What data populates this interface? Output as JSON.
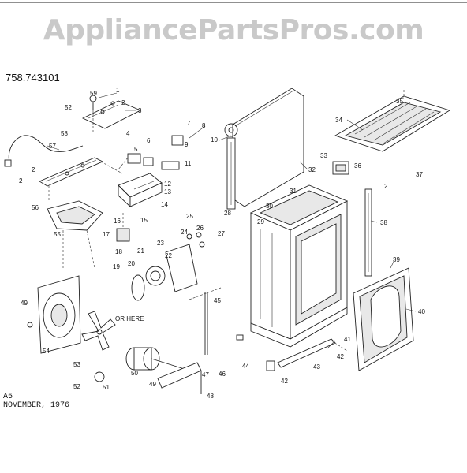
{
  "watermark": "AppliancePartsPros.com",
  "model_number": "758.743101",
  "footer": {
    "line1": "A5",
    "line2": "NOVEMBER, 1976"
  },
  "note": "OR HERE",
  "callouts": [
    {
      "id": "c59",
      "text": "59"
    },
    {
      "id": "c1",
      "text": "1"
    },
    {
      "id": "c52a",
      "text": "52"
    },
    {
      "id": "c2a",
      "text": "2"
    },
    {
      "id": "c3",
      "text": "3"
    },
    {
      "id": "c57",
      "text": "57"
    },
    {
      "id": "c58",
      "text": "58"
    },
    {
      "id": "c2b",
      "text": "2"
    },
    {
      "id": "c2c",
      "text": "2"
    },
    {
      "id": "c56",
      "text": "56"
    },
    {
      "id": "c55",
      "text": "55"
    },
    {
      "id": "c4",
      "text": "4"
    },
    {
      "id": "c6",
      "text": "6"
    },
    {
      "id": "c5",
      "text": "5"
    },
    {
      "id": "c9",
      "text": "9"
    },
    {
      "id": "c7",
      "text": "7"
    },
    {
      "id": "c8",
      "text": "8"
    },
    {
      "id": "c11",
      "text": "11"
    },
    {
      "id": "c12",
      "text": "12"
    },
    {
      "id": "c13",
      "text": "13"
    },
    {
      "id": "c14",
      "text": "14"
    },
    {
      "id": "c15",
      "text": "15"
    },
    {
      "id": "c16",
      "text": "16"
    },
    {
      "id": "c17",
      "text": "17"
    },
    {
      "id": "c18",
      "text": "18"
    },
    {
      "id": "c10",
      "text": "10"
    },
    {
      "id": "c32",
      "text": "32"
    },
    {
      "id": "c28",
      "text": "28"
    },
    {
      "id": "c27",
      "text": "27"
    },
    {
      "id": "c30",
      "text": "30"
    },
    {
      "id": "c31",
      "text": "31"
    },
    {
      "id": "c29",
      "text": "29"
    },
    {
      "id": "c33",
      "text": "33"
    },
    {
      "id": "c36",
      "text": "36"
    },
    {
      "id": "c34",
      "text": "34"
    },
    {
      "id": "c35",
      "text": "35"
    },
    {
      "id": "c37",
      "text": "37"
    },
    {
      "id": "c2d",
      "text": "2"
    },
    {
      "id": "c38",
      "text": "38"
    },
    {
      "id": "c39",
      "text": "39"
    },
    {
      "id": "c40",
      "text": "40"
    },
    {
      "id": "c25",
      "text": "25"
    },
    {
      "id": "c24",
      "text": "24"
    },
    {
      "id": "c26",
      "text": "26"
    },
    {
      "id": "c23",
      "text": "23"
    },
    {
      "id": "c22",
      "text": "22"
    },
    {
      "id": "c21",
      "text": "21"
    },
    {
      "id": "c20",
      "text": "20"
    },
    {
      "id": "c19",
      "text": "19"
    },
    {
      "id": "c45",
      "text": "45"
    },
    {
      "id": "c46",
      "text": "46"
    },
    {
      "id": "c47",
      "text": "47"
    },
    {
      "id": "c48",
      "text": "48"
    },
    {
      "id": "c49",
      "text": "49"
    },
    {
      "id": "c50",
      "text": "50"
    },
    {
      "id": "c51",
      "text": "51"
    },
    {
      "id": "c52b",
      "text": "52"
    },
    {
      "id": "c53",
      "text": "53"
    },
    {
      "id": "c54",
      "text": "54"
    },
    {
      "id": "c49b",
      "text": "49"
    },
    {
      "id": "c41",
      "text": "41"
    },
    {
      "id": "c42a",
      "text": "42"
    },
    {
      "id": "c43",
      "text": "43"
    },
    {
      "id": "c44",
      "text": "44"
    },
    {
      "id": "c42b",
      "text": "42"
    }
  ]
}
